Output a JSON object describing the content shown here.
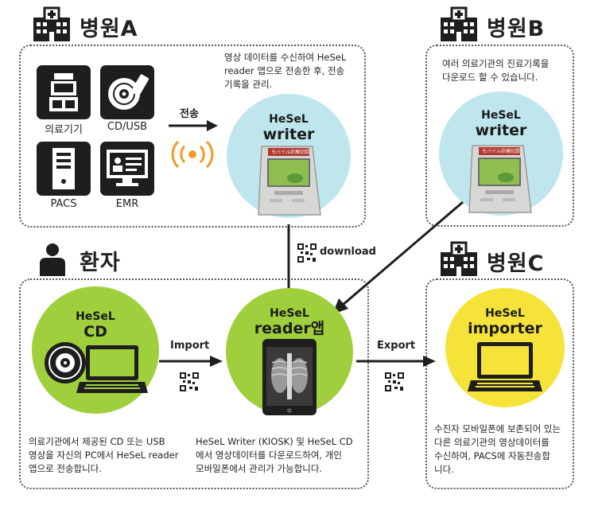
{
  "sections": {
    "hospital_a": "병원A",
    "hospital_b": "병원B",
    "hospital_c": "병원C",
    "patient": "환자"
  },
  "devices": {
    "medical": "의료기기",
    "cd_usb": "CD/USB",
    "pacs": "PACS",
    "emr": "EMR"
  },
  "apps": {
    "writer_a": {
      "top": "HeSeL",
      "main": "writer"
    },
    "writer_b": {
      "top": "HeSeL",
      "main": "writer"
    },
    "cd": {
      "top": "HeSeL",
      "main": "CD"
    },
    "reader": {
      "top": "HeSeL",
      "main": "reader앱"
    },
    "importer": {
      "top": "HeSeL",
      "main": "importer"
    }
  },
  "kiosk_screen_text": "モバイル診療記録",
  "arrows": {
    "transmit": "전송",
    "download": "download",
    "import": "Import",
    "export": "Export"
  },
  "descriptions": {
    "hospital_a": [
      "영상 데이터를 수신하여 HeSeL",
      "reader 앱으로 전송한 후, 전송",
      "기록을 관리."
    ],
    "hospital_b": [
      "여러 의료기관의 진료기록을",
      "다운로드 할 수 있습니다."
    ],
    "cd": [
      "의료기관에서 제공된 CD 또는 USB",
      "영상을 자신의 PC에서 HeSeL reader",
      "앱으로 전송합니다."
    ],
    "reader": [
      "HeSeL Writer (KIOSK) 및 HeSeL CD",
      "에서 영상데이터를  다운로드하여, 개인",
      "모바일폰에서  관리가 가능합니다."
    ],
    "importer": [
      "수진자 모바일폰에 보존되어 있는",
      "다른 의료기관의 영상데이터를",
      "수신하여, PACS에 자동전송합",
      "니다."
    ]
  },
  "colors": {
    "writer_circle": "#bfe6ec",
    "green_circle": "#9fcf3c",
    "importer_circle": "#f5e33a",
    "wireless": "#f39a2b"
  }
}
